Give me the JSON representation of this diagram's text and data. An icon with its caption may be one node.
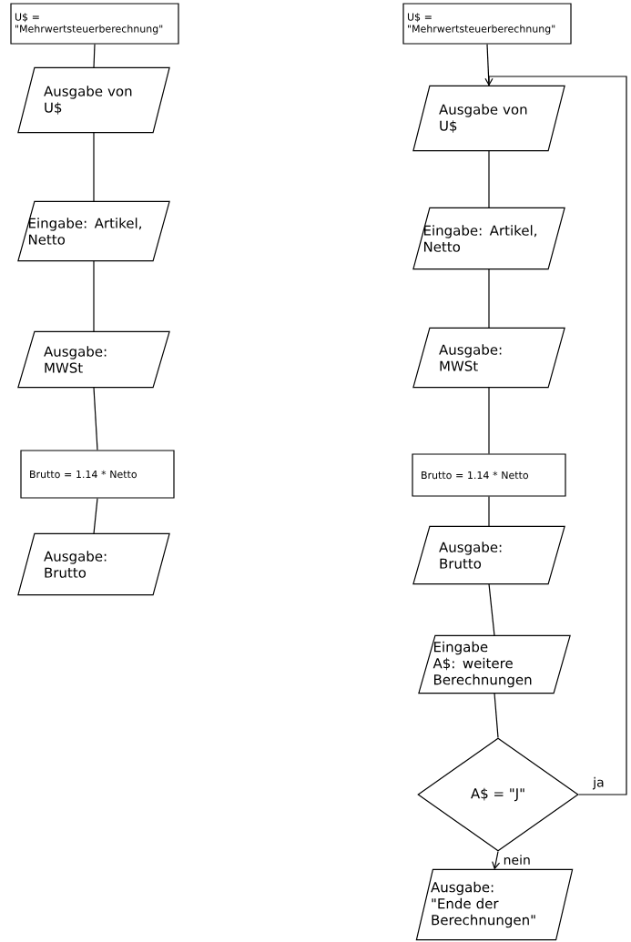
{
  "diagram": {
    "nodes": [
      {
        "text": [
          "U$ = \"Mehrwertsteuerberechnung\""
        ]
      },
      {
        "text": [
          "Ausgabe von U$"
        ]
      },
      {
        "text": [
          "Eingabe: Artikel, Netto"
        ]
      },
      {
        "text": [
          "Ausgabe: MWSt"
        ]
      },
      {
        "text": [
          "Brutto = 1.14 * Netto"
        ]
      },
      {
        "text": [
          "Ausgabe: Brutto"
        ]
      },
      {
        "text": [
          "U$ = \"Mehrwertsteuerberechnung\""
        ]
      },
      {
        "text": [
          "Ausgabe von U$"
        ]
      },
      {
        "text": [
          "Eingabe: Artikel, Netto"
        ]
      },
      {
        "text": [
          "Ausgabe: MWSt"
        ]
      },
      {
        "text": [
          "Brutto = 1.14 * Netto"
        ]
      },
      {
        "text": [
          "Ausgabe: Brutto"
        ]
      },
      {
        "text": [
          "Eingabe A$: weitere Berechnungen"
        ]
      },
      {
        "text": [
          "A$ = \"J\""
        ]
      },
      {
        "text": [
          "Ausgabe: \"Ende der Berechnungen\""
        ]
      }
    ],
    "edges": [
      {
        "from": 0,
        "to": 1,
        "arrow": "none"
      },
      {
        "from": 1,
        "to": 2,
        "arrow": "none"
      },
      {
        "from": 2,
        "to": 3,
        "arrow": "none"
      },
      {
        "from": 3,
        "to": 4,
        "arrow": "none"
      },
      {
        "from": 4,
        "to": 5,
        "arrow": "none"
      },
      {
        "from": 6,
        "to": 7,
        "arrow": "none"
      },
      {
        "from": 7,
        "to": 8,
        "arrow": "none"
      },
      {
        "from": 8,
        "to": 9,
        "arrow": "none"
      },
      {
        "from": 9,
        "to": 10,
        "arrow": "none"
      },
      {
        "from": 10,
        "to": 11,
        "arrow": "none"
      },
      {
        "from": 11,
        "to": 12,
        "arrow": "none"
      },
      {
        "from": 12,
        "to": 13,
        "arrow": "none"
      },
      {
        "from": 13,
        "to": 14,
        "arrow": "to",
        "label": "nein"
      },
      {
        "from": 13,
        "to": 7,
        "arrow": "to",
        "label": "ja"
      }
    ]
  }
}
